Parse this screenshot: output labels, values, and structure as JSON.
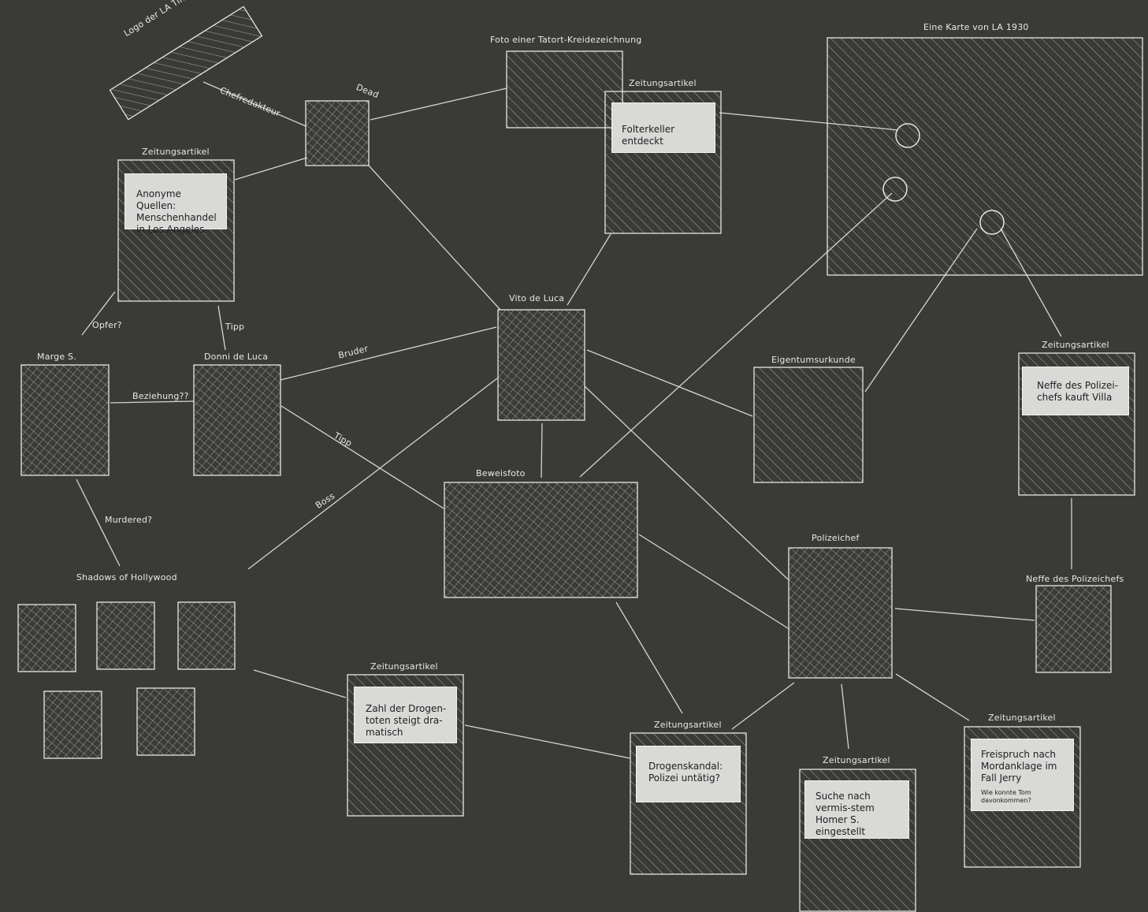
{
  "labels": {
    "logo": "Logo der LA Times",
    "chefredakteur": "Chefredakteur",
    "dead": "Dead",
    "foto_tatort": "Foto einer Tatort-Kreidezeichnung",
    "zeitungsartikel_1": "Zeitungsartikel",
    "karte": "Eine Karte von LA 1930",
    "zeitungsartikel_2": "Zeitungsartikel",
    "vito": "Vito de Luca",
    "opfer": "Opfer?",
    "tipp_1": "Tipp",
    "marge": "Marge S.",
    "donni": "Donni de Luca",
    "bruder": "Bruder",
    "beziehung": "Beziehung??",
    "tipp_2": "Tipp",
    "eigentumsurkunde": "Eigentumsurkunde",
    "zeitungsartikel_3": "Zeitungsartikel",
    "beweisfoto": "Beweisfoto",
    "boss": "Boss",
    "murdered": "Murdered?",
    "polizeichef": "Polizeichef",
    "neffe": "Neffe des Polizeichefs",
    "shadows": "Shadows of Hollywood",
    "zeitungsartikel_4": "Zeitungsartikel",
    "zeitungsartikel_5": "Zeitungsartikel",
    "zeitungsartikel_6": "Zeitungsartikel",
    "zeitungsartikel_7": "Zeitungsartikel"
  },
  "articles": {
    "menschenhandel": "Anonyme Quellen: Menschenhandel in Los Angeles",
    "folterkeller": "Folterkeller entdeckt",
    "neffe_villa": "Neffe des Polizei-chefs kauft Villa",
    "drogentote": "Zahl der Drogen-toten steigt dra-matisch",
    "drogenskandal": "Drogenskandal: Polizei untätig?",
    "homer": "Suche nach vermis-stem Homer S. eingestellt",
    "freispruch": "Freispruch nach Mordanklage im Fall Jerry",
    "freispruch_sub": "Wie konnte Tom davonkommen?"
  }
}
